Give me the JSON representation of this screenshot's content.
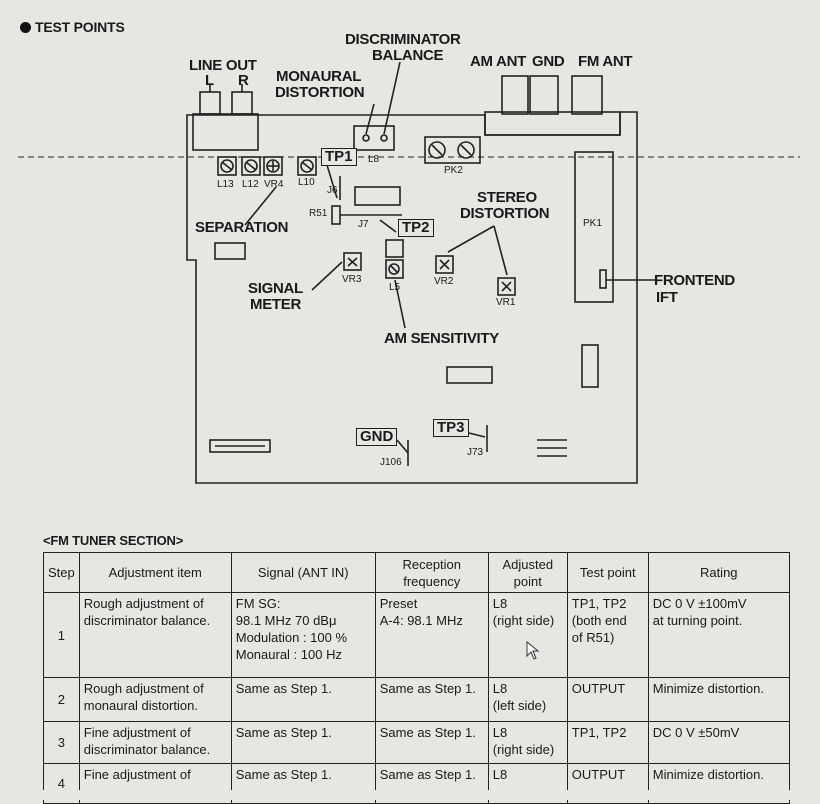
{
  "section_title": "TEST POINTS",
  "diagram": {
    "line_out": "LINE OUT",
    "line_out_l": "L",
    "line_out_r": "R",
    "discriminator": [
      "DISCRIMINATOR",
      "BALANCE"
    ],
    "monaural": [
      "MONAURAL",
      "DISTORTION"
    ],
    "am_ant": "AM ANT",
    "gnd_top": "GND",
    "fm_ant": "FM ANT",
    "tp1": "TP1",
    "tp2": "TP2",
    "tp3": "TP3",
    "gnd_box": "GND",
    "l8": "L8",
    "pk2": "PK2",
    "pk1": "PK1",
    "l13": "L13",
    "l12": "L12",
    "vr4": "VR4",
    "l10": "L10",
    "j6": "J6",
    "j7": "J7",
    "r51": "R51",
    "separation": "SEPARATION",
    "stereo": [
      "STEREO",
      "DISTORTION"
    ],
    "signal_meter": [
      "SIGNAL",
      "METER"
    ],
    "vr3": "VR3",
    "l5": "L5",
    "vr2": "VR2",
    "vr1": "VR1",
    "am_sensitivity": "AM SENSITIVITY",
    "frontend": [
      "FRONTEND",
      "IFT"
    ],
    "j106": "J106",
    "j73": "J73"
  },
  "table_title": "<FM TUNER SECTION>",
  "table": {
    "headers": [
      "Step",
      "Adjustment item",
      "Signal (ANT IN)",
      [
        "Reception",
        "frequency"
      ],
      [
        "Adjusted",
        "point"
      ],
      "Test point",
      "Rating"
    ],
    "rows": [
      {
        "step": "1",
        "item": [
          "Rough adjustment of",
          "discriminator balance."
        ],
        "signal": [
          "FM SG:",
          "98.1 MHz 70 dBμ",
          "Modulation : 100 %",
          "Monaural : 100 Hz"
        ],
        "freq": [
          "Preset",
          "A-4: 98.1 MHz"
        ],
        "point": [
          "L8",
          "(right side)"
        ],
        "test": [
          "TP1, TP2",
          "(both end",
          "of R51)"
        ],
        "rating": [
          "DC 0 V ±100mV",
          "at turning point."
        ]
      },
      {
        "step": "2",
        "item": [
          "Rough adjustment of",
          "monaural distortion."
        ],
        "signal": [
          "Same as Step 1."
        ],
        "freq": [
          "Same as Step 1."
        ],
        "point": [
          "L8",
          "(left side)"
        ],
        "test": [
          "OUTPUT"
        ],
        "rating": [
          "Minimize distortion."
        ]
      },
      {
        "step": "3",
        "item": [
          "Fine adjustment of",
          "discriminator balance."
        ],
        "signal": [
          "Same as Step 1."
        ],
        "freq": [
          "Same as Step 1."
        ],
        "point": [
          "L8",
          "(right side)"
        ],
        "test": [
          "TP1, TP2"
        ],
        "rating": [
          "DC 0 V ±50mV"
        ]
      },
      {
        "step": "4",
        "item": [
          "Fine adjustment of"
        ],
        "signal": [
          "Same as Step 1."
        ],
        "freq": [
          "Same as Step 1."
        ],
        "point": [
          "L8"
        ],
        "test": [
          "OUTPUT"
        ],
        "rating": [
          "Minimize distortion."
        ]
      }
    ]
  }
}
